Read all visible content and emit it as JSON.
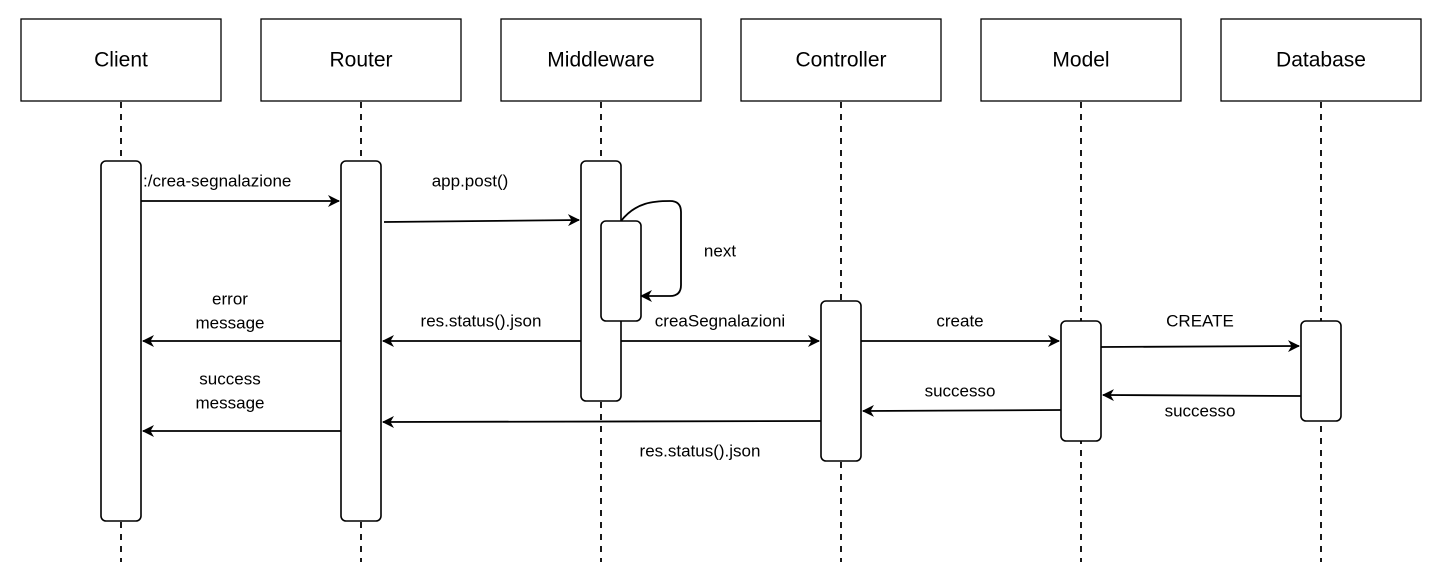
{
  "participants": [
    {
      "id": "client",
      "label": "Client"
    },
    {
      "id": "router",
      "label": "Router"
    },
    {
      "id": "middleware",
      "label": "Middleware"
    },
    {
      "id": "controller",
      "label": "Controller"
    },
    {
      "id": "model",
      "label": "Model"
    },
    {
      "id": "database",
      "label": "Database"
    }
  ],
  "messages": [
    {
      "id": "crea-segnalazione",
      "from": "client",
      "to": "router",
      "label": ":/crea-segnalazione"
    },
    {
      "id": "app-post",
      "from": "router",
      "to": "middleware",
      "label": "app.post()"
    },
    {
      "id": "next",
      "from": "middleware",
      "to": "middleware",
      "label": "next",
      "self": true
    },
    {
      "id": "res-status-json-1",
      "from": "middleware",
      "to": "router",
      "label": "res.status().json"
    },
    {
      "id": "error-message",
      "from": "router",
      "to": "client",
      "label_lines": [
        "error",
        "message"
      ]
    },
    {
      "id": "crea-segnalazioni",
      "from": "middleware",
      "to": "controller",
      "label": "creaSegnalazioni"
    },
    {
      "id": "create",
      "from": "controller",
      "to": "model",
      "label": "create"
    },
    {
      "id": "create-db",
      "from": "model",
      "to": "database",
      "label": "CREATE"
    },
    {
      "id": "successo-db",
      "from": "database",
      "to": "model",
      "label": "successo"
    },
    {
      "id": "successo-model",
      "from": "model",
      "to": "controller",
      "label": "successo"
    },
    {
      "id": "res-status-json-2",
      "from": "controller",
      "to": "router",
      "label": "res.status().json"
    },
    {
      "id": "success-message",
      "from": "router",
      "to": "client",
      "label_lines": [
        "success",
        "message"
      ]
    }
  ]
}
